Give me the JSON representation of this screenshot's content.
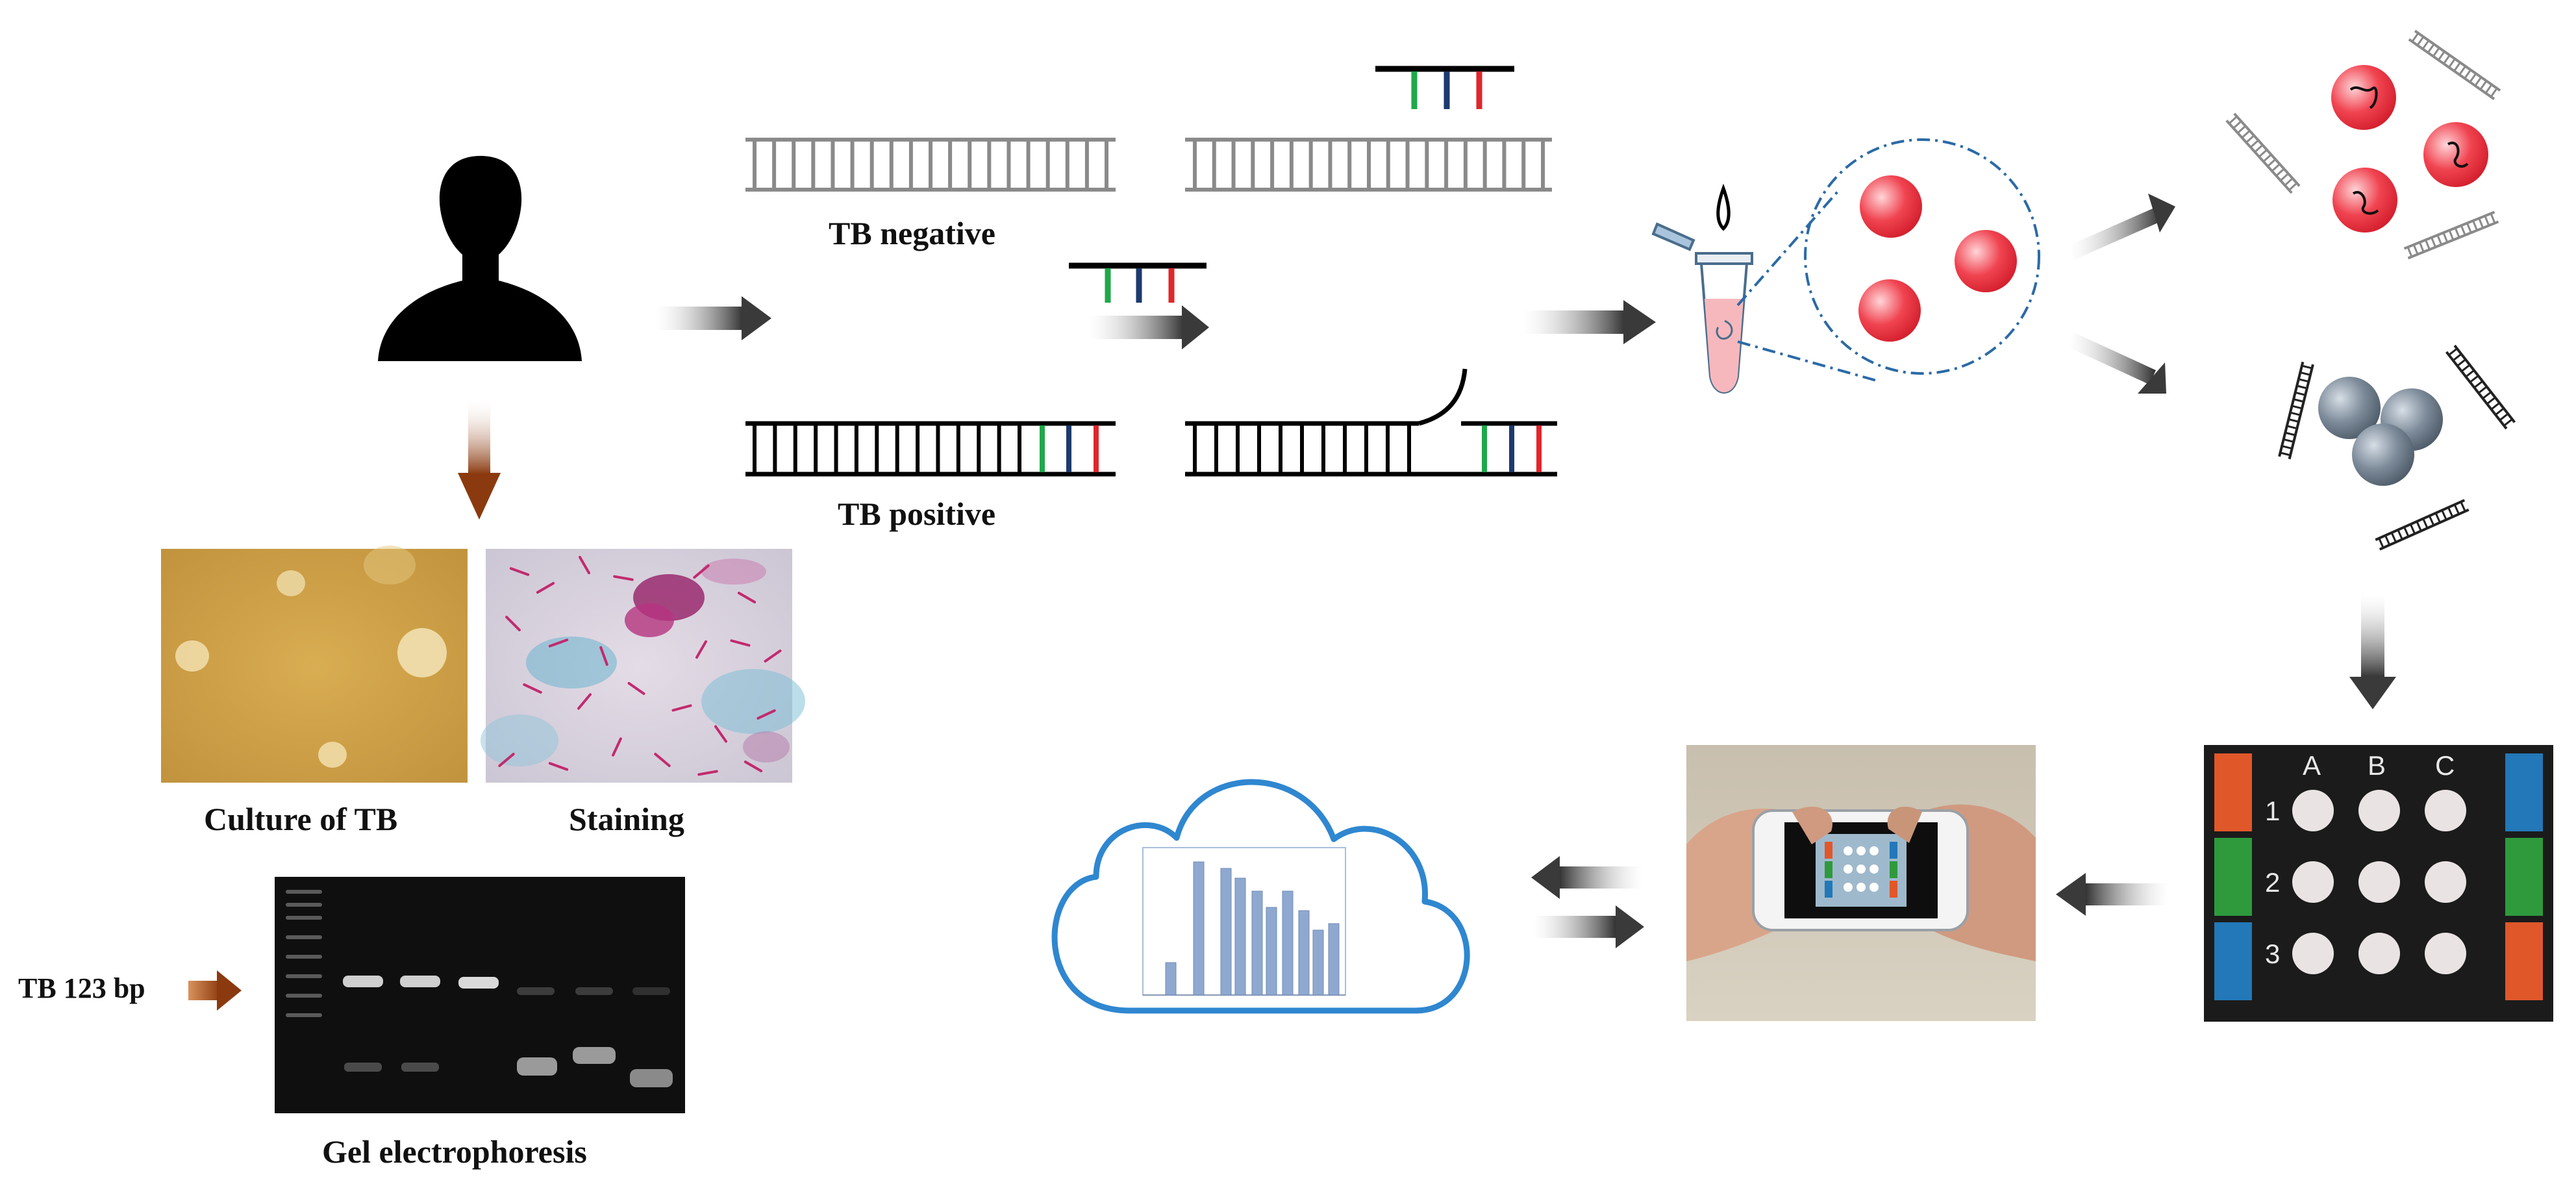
{
  "labels": {
    "tb_negative": "TB negative",
    "tb_positive": "TB positive",
    "culture": "Culture of TB",
    "staining": "Staining",
    "gel": "Gel electrophoresis",
    "tb_bp": "TB 123 bp"
  },
  "array_grid": {
    "columns": [
      "A",
      "B",
      "C"
    ],
    "rows": [
      "1",
      "2",
      "3"
    ]
  },
  "colors": {
    "arrow_gray": "#3a3a3a",
    "arrow_brown": "#8b3a0f",
    "probe_green": "#1fa84a",
    "probe_blue": "#1d3a6e",
    "probe_red": "#e0262b",
    "nanoparticle_red": "#ea2a37",
    "nanoparticle_gray": "#6d7c8c",
    "cloud_blue": "#2f87d0",
    "bar_blue": "#8fa8cf",
    "strip_orange": "#e0572a",
    "strip_green": "#2e9a3c",
    "strip_blue": "#2278b8"
  },
  "icons": [
    "person-icon",
    "cloud-icon",
    "tube-icon",
    "smartphone-icon"
  ]
}
